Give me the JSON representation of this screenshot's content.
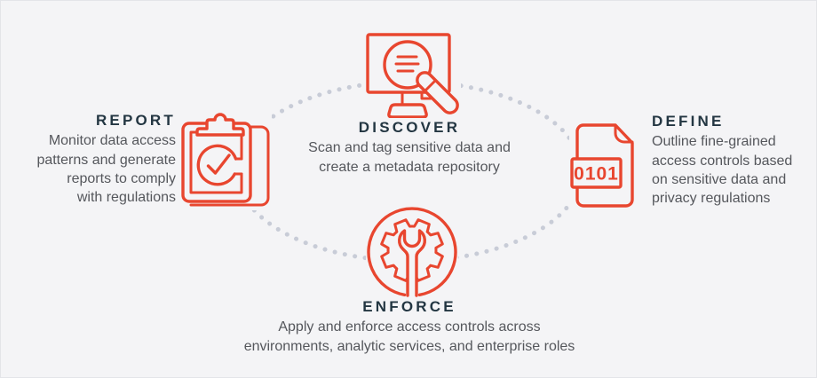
{
  "diagram": {
    "kind": "four-stage-cycle-infographic",
    "connector": "dotted-ellipse"
  },
  "colors": {
    "background": "#f4f4f6",
    "canvas_border": "#e3e4e8",
    "accent": "#e8462f",
    "title_text": "#233642",
    "body_text": "#55575c",
    "connector_dots": "#c8ccd7"
  },
  "nodes": {
    "discover": {
      "title": "DISCOVER",
      "description": "Scan and tag sensitive data and\ncreate a metadata repository",
      "icon": "monitor-magnifier-icon"
    },
    "define": {
      "title": "DEFINE",
      "description": "Outline fine-grained\naccess controls based\non sensitive data and\nprivacy regulations",
      "icon": "binary-document-icon",
      "icon_text": "0101"
    },
    "enforce": {
      "title": "ENFORCE",
      "description": "Apply and enforce access controls across\nenvironments, analytic services, and enterprise roles",
      "icon": "gear-wrench-icon"
    },
    "report": {
      "title": "REPORT",
      "description": "Monitor data access\npatterns and generate\nreports to comply\nwith regulations",
      "icon": "clipboard-check-icon"
    }
  }
}
